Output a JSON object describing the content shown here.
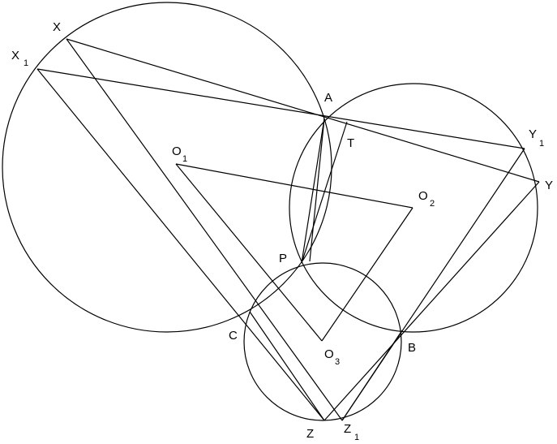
{
  "labels": {
    "X": "X",
    "X1": "X",
    "X1_sub": "1",
    "A": "A",
    "T": "T",
    "Y1": "Y",
    "Y1_sub": "1",
    "Y": "Y",
    "O1": "O",
    "O1_sub": "1",
    "O2": "O",
    "O2_sub": "2",
    "O3": "O",
    "O3_sub": "3",
    "P": "P",
    "C": "C",
    "B": "B",
    "Z": "Z",
    "Z1": "Z",
    "Z1_sub": "1"
  }
}
